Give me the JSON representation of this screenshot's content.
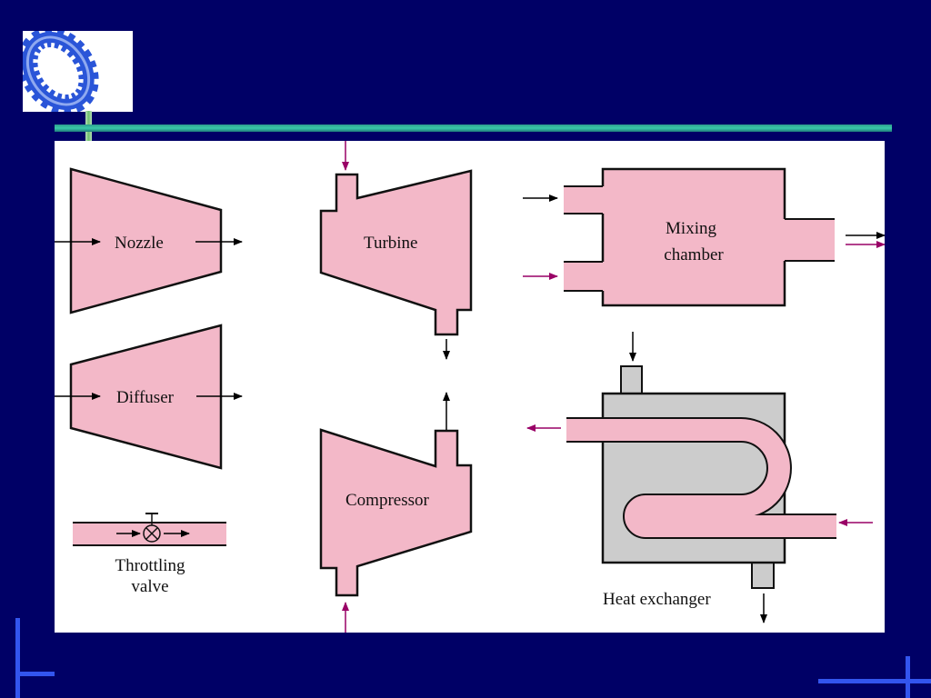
{
  "colors": {
    "background": "#000066",
    "device_fill": "#f3b8c8",
    "exchanger_fill": "#cccccc",
    "accent_line": "#39c9a9",
    "corner_marks": "#3355ee",
    "arrow_in": "#990066",
    "arrow_out": "#000000"
  },
  "logo": {
    "icon": "gear-ring-icon"
  },
  "diagram": {
    "nozzle_label": "Nozzle",
    "diffuser_label": "Diffuser",
    "throttling_label_1": "Throttling",
    "throttling_label_2": "valve",
    "turbine_label": "Turbine",
    "compressor_label": "Compressor",
    "mixing_label_1": "Mixing",
    "mixing_label_2": "chamber",
    "heat_exchanger_label": "Heat exchanger"
  }
}
